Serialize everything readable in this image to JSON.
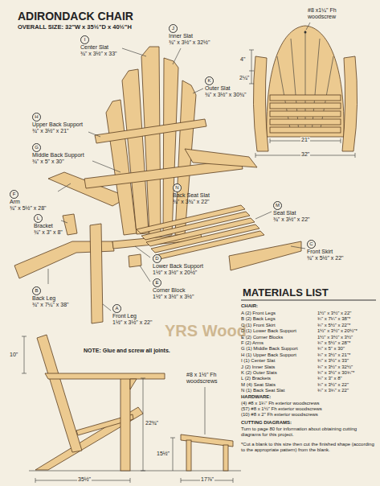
{
  "diagram": {
    "title": "ADIRONDACK CHAIR",
    "labels": [
      "OVERALL SIZE: 32\"W x 35½\"D x 40½\"H",
      "I",
      "Center Slat",
      "¾\" x 3½\" x 33\"",
      "J",
      "Inner Slat",
      "¾\" x 3½\" x 32½\"",
      "K",
      "Outer Slat",
      "¾\" x 3½\" x 30¾\"",
      "H",
      "Upper Back Support",
      "¾\" x 3½\" x 21\"",
      "G",
      "Middle Back Support",
      "¾\" x 5\" x 30\"",
      "F",
      "Arm",
      "¾\" x 5½\" x 28\"",
      "L",
      "Bracket",
      "¾\" x 3\" x 8\"",
      "N",
      "Back Seat Slat",
      "¾\" x 3¾\" x 22\"",
      "M",
      "Seat Slat",
      "¾\" x 3½\" x 22\"",
      "C",
      "Front Skirt",
      "¾\" x 5½\" x 22\"",
      "D",
      "Lower Back Support",
      "1½\" x 3½\" x 20½\"",
      "E",
      "Corner Block",
      "1½\" x 3½\" x 3½\"",
      "B",
      "Back Leg",
      "¾\" x 7¼\" x 38\"",
      "A",
      "Front Leg",
      "1½\" x 3½\" x 22\"",
      "#8 x1¼\" Fh woodscrew",
      "4\"",
      "2¼\"",
      "21\"",
      "32\"",
      "NOTE: Glue and screw all joints.",
      "10\"",
      "22¾\"",
      "15½\"",
      "35½\"",
      "17⅞\"",
      "#8 x 1½\" Fh woodscrews",
      "YRS Wood",
      "MATERIALS LIST",
      "CHAIR:",
      "A (2) Front Legs",
      "1½\" x 3½\" x 22\"",
      "B (2) Back Legs",
      "¾\" x 7¼\" x 38\"*",
      "C (1) Front Skirt",
      "¾\" x 5½\" x 22\"*",
      "D (1) Lower Back Support",
      "1½\" x 3½\" x 20½\"*",
      "E (2) Corner Blocks",
      "1½\" x 3½\" x 3½\"",
      "F (2) Arms",
      "¾\" x 5½\" x 28\"*",
      "G (1) Middle Back Support",
      "¾\" x 5\" x 30\"",
      "H (1) Upper Back Support",
      "¾\" x 3½\" x 21\"*",
      "I (1) Center Slat",
      "¾\" x 3½\" x 33\"",
      "J (2) Inner Slats",
      "¾\" x 3½\" x 32½\"",
      "K (2) Outer Slats",
      "¾\" x 3½\" x 30¾\"*",
      "L (2) Brackets",
      "¾\" x 3\" x 8\"",
      "M (4) Seat Slats",
      "¾\" x 3½\" x 22\"",
      "N (1) Back Seat Slat",
      "¾\" x 3¾\" x 22\"",
      "HARDWARE:",
      "(4) #8 x 1¼\" Fh exterior woodscrews",
      "(57) #8 x 1½\" Fh exterior woodscrews",
      "(10) #8 x 2\" Fh exterior woodscrews",
      "CUTTING DIAGRAMS:",
      "Turn to page 80 for information about obtaining cutting diagrams for this project.",
      "*Cut a blank to this size then cut the finished shape (according to the appropriate pattern) from the blank."
    ]
  }
}
